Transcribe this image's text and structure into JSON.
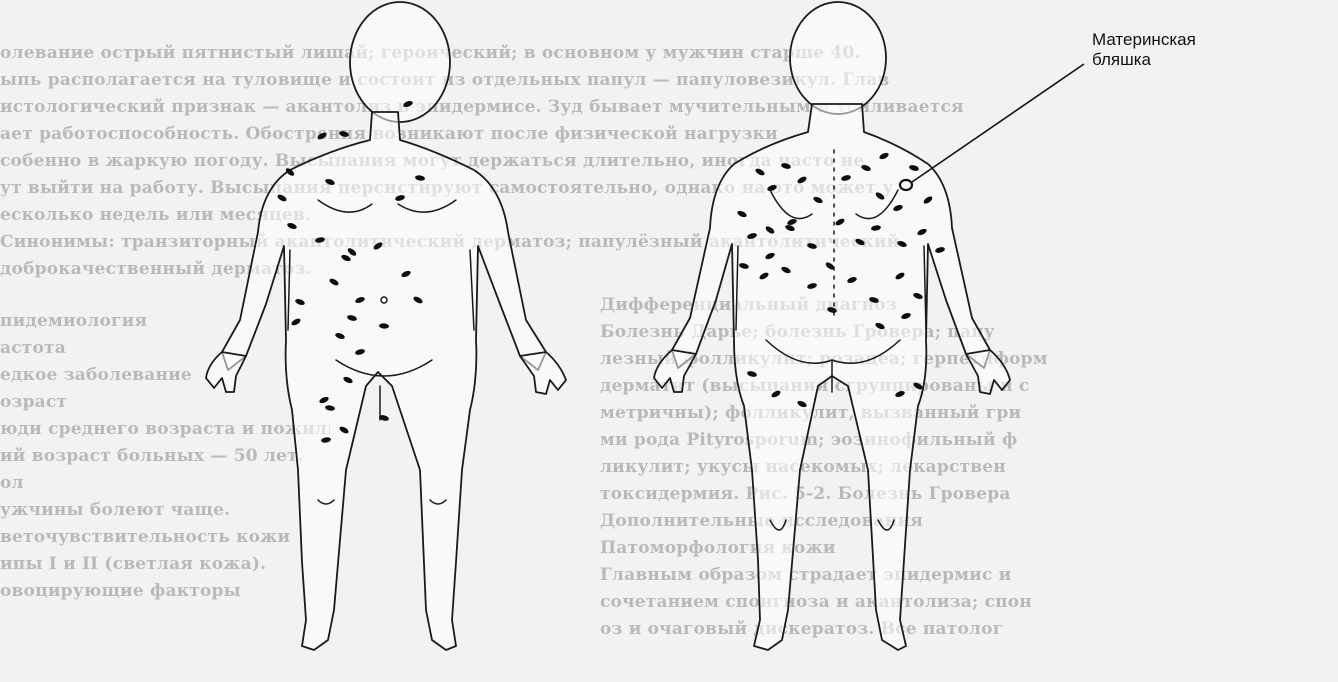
{
  "callout": {
    "line1": "Материнская",
    "line2": "бляшка"
  },
  "background_text": {
    "top_block": [
      "олевание острый пятнистый лишай; героический; в основном у мужчин старше 40.",
      "ыпь располагается на туловище и состоит из отдельных папул — папуловезикул. Глав",
      "истологический признак — акантолиз в эпидермисе. Зуд бывает мучительным и усиливается",
      "ает работоспособность. Обострения возникают после физической нагрузки",
      "собенно в жаркую погоду. Высыпания могут держаться длительно, иногда часто не",
      "ут выйти на работу. Высыпания персистируют самостоятельно, однако на это может у",
      "есколько недель или месяцев.",
      "Синонимы: транзиторный акантолитический дерматоз; папулёзный акантолитический",
      "доброкачественный дерматоз."
    ],
    "left_block": [
      "пидемиология",
      "астота",
      "едкое заболевание",
      "озраст",
      "юди среднего возраста и пожилые. Сред-",
      "ий возраст больных — 50 лет.",
      "ол",
      "ужчины болеют чаще.",
      "веточувствительность кожи",
      "ипы I и II (светлая кожа).",
      "овоцирующие факторы"
    ],
    "mid_block": [
      "Дифференциальный диагноз",
      "Болезнь Дарье; болезнь Гровера; папу",
      "лезный фолликулит; розацеа; герпетиформ",
      "дерматит (высыпания сгруппированы и с",
      "метричны); фолликулит, вызванный гри",
      "ми рода Pityrosporum; эозинофильный ф",
      "ликулит; укусы насекомых; лекарствен",
      "токсидермия. Рис. 5-2. Болезнь Гровера",
      "Дополнительные исследования",
      "Патоморфология кожи",
      "Главным образом страдает эпидермис и",
      "сочетанием спонгиоза и акантолиза; спон",
      "оз и очаговый дискератоз. Все патолог"
    ]
  },
  "figure": {
    "views": [
      "front-body",
      "back-body"
    ]
  },
  "colors": {
    "paper": "#f2f2f2",
    "ink": "#111111",
    "faded_text": "#b9b9b9"
  }
}
